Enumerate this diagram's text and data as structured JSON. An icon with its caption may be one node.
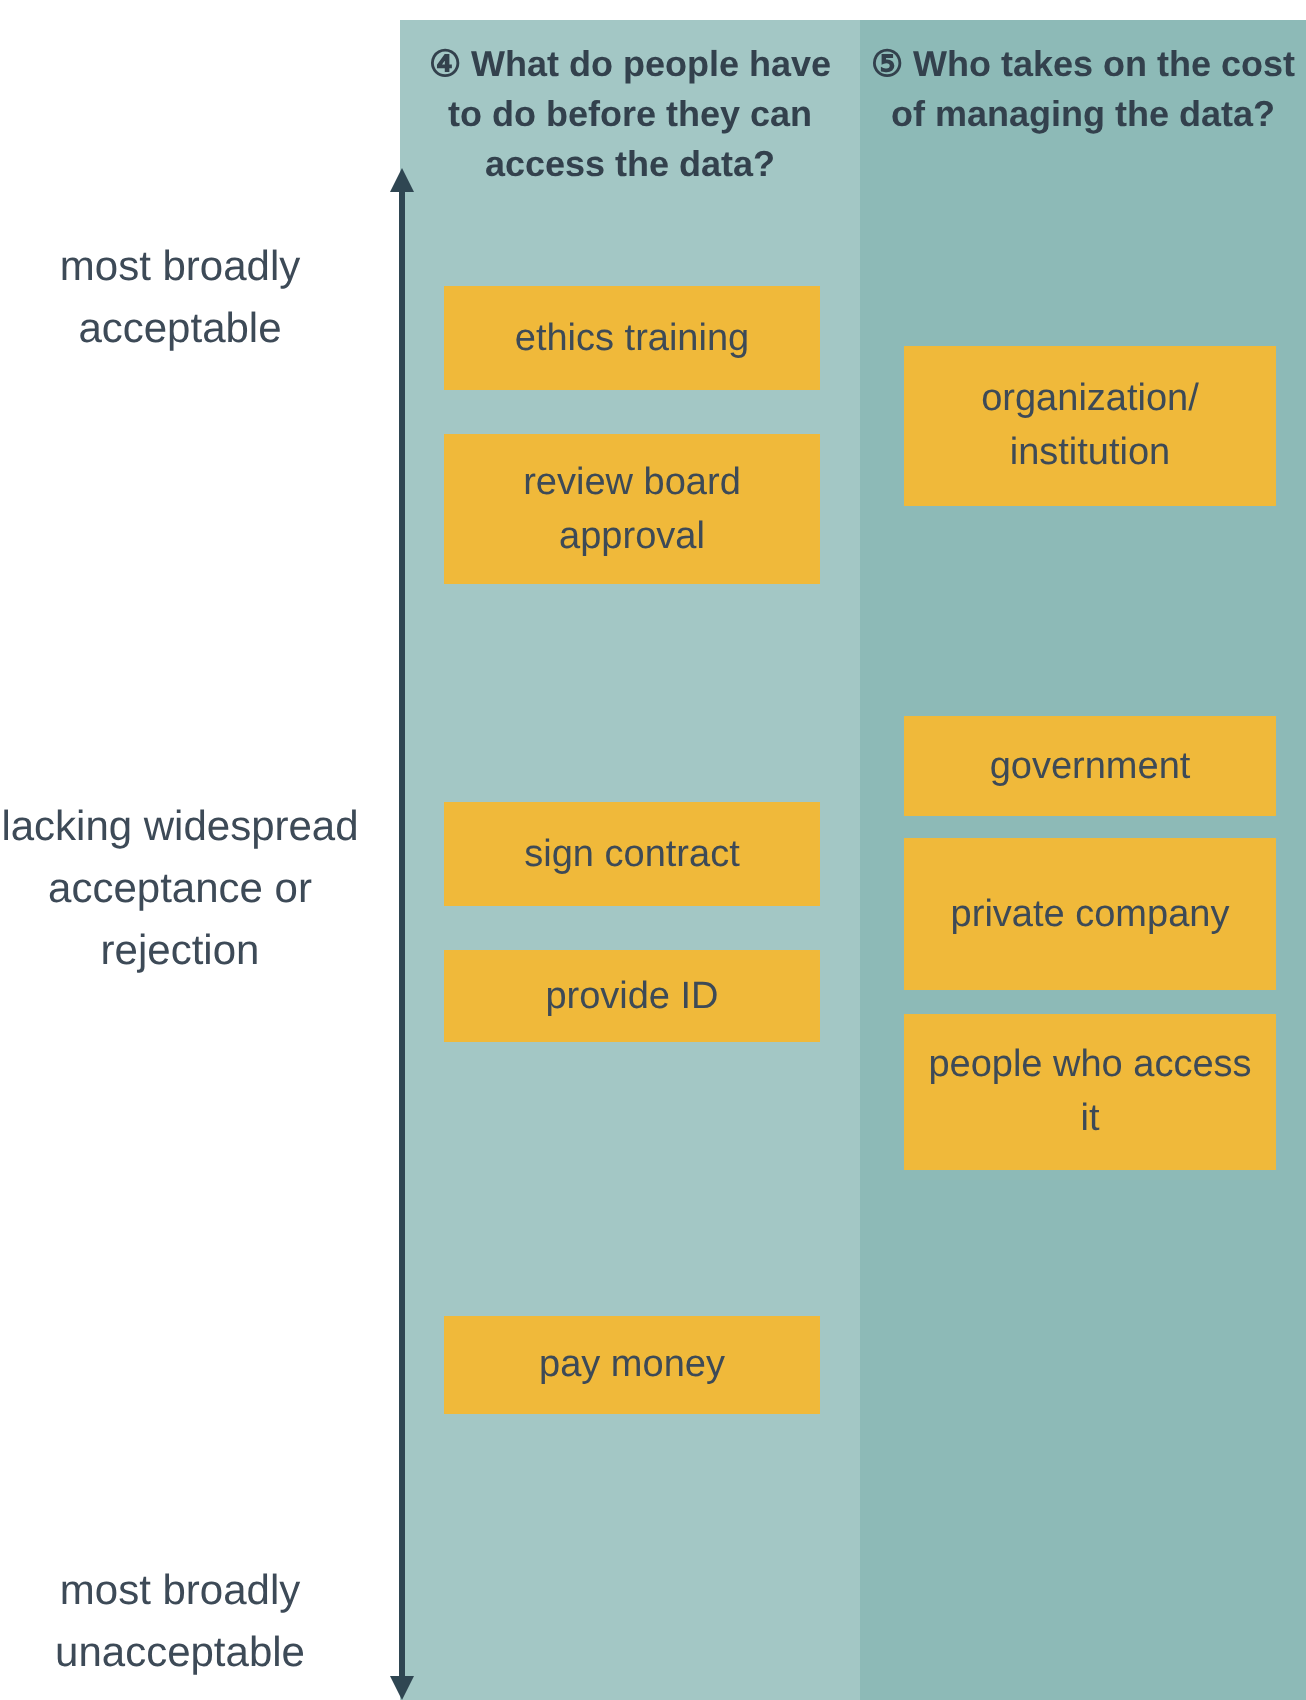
{
  "diagram": {
    "nodes": [
      {
        "text": [
          "④ What do people have to do before they can access the data?"
        ]
      },
      {
        "text": [
          "ethics training"
        ],
        "in": 0
      },
      {
        "text": [
          "review board approval"
        ],
        "in": 0
      },
      {
        "text": [
          "sign contract"
        ],
        "in": 0
      },
      {
        "text": [
          "provide ID"
        ],
        "in": 0
      },
      {
        "text": [
          "pay money"
        ],
        "in": 0
      },
      {
        "text": [
          "⑤ Who takes on the cost of managing the data?"
        ]
      },
      {
        "text": [
          "organization/ institution"
        ],
        "in": 6
      },
      {
        "text": [
          "government"
        ],
        "in": 6
      },
      {
        "text": [
          "private company"
        ],
        "in": 6
      },
      {
        "text": [
          "people who access it"
        ],
        "in": 6
      }
    ],
    "labels": [
      "most broadly acceptable",
      "lacking widespread acceptance or rejection",
      "most broadly unacceptable"
    ]
  }
}
